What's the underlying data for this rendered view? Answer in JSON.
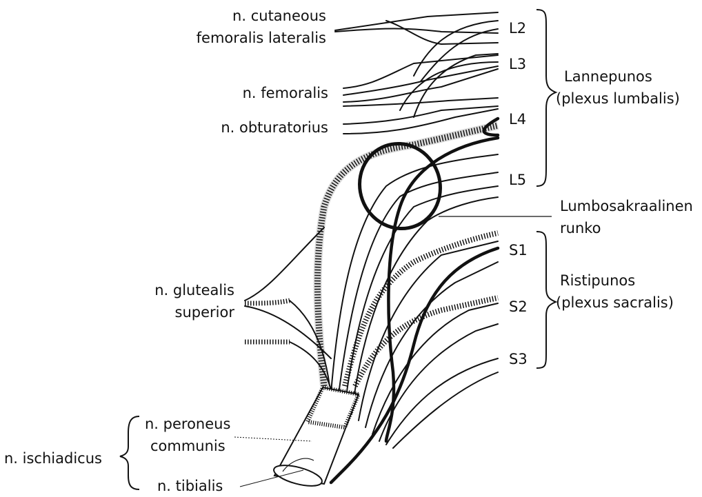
{
  "labels": {
    "cutaneous_line1": "n. cutaneous",
    "cutaneous_line2": "femoralis lateralis",
    "femoralis": "n. femoralis",
    "obturatorius": "n. obturatorius",
    "gluteal_line1": "n. glutealis",
    "gluteal_line2": "superior",
    "peroneus_line1": "n. peroneus",
    "peroneus_line2": "communis",
    "ischiadicus": "n. ischiadicus",
    "tibialis": "n. tibialis",
    "lumbar_group_line1": "Lannepunos",
    "lumbar_group_line2": "(plexus lumbalis)",
    "lumbosacral_line1": "Lumbosakraalinen",
    "lumbosacral_line2": "runko",
    "sacral_group_line1": "Ristipunos",
    "sacral_group_line2": "(plexus sacralis)"
  },
  "roots": {
    "L2": "L2",
    "L3": "L3",
    "L4": "L4",
    "L5": "L5",
    "S1": "S1",
    "S2": "S2",
    "S3": "S3"
  },
  "colors": {
    "ink": "#111111",
    "background": "#ffffff"
  }
}
